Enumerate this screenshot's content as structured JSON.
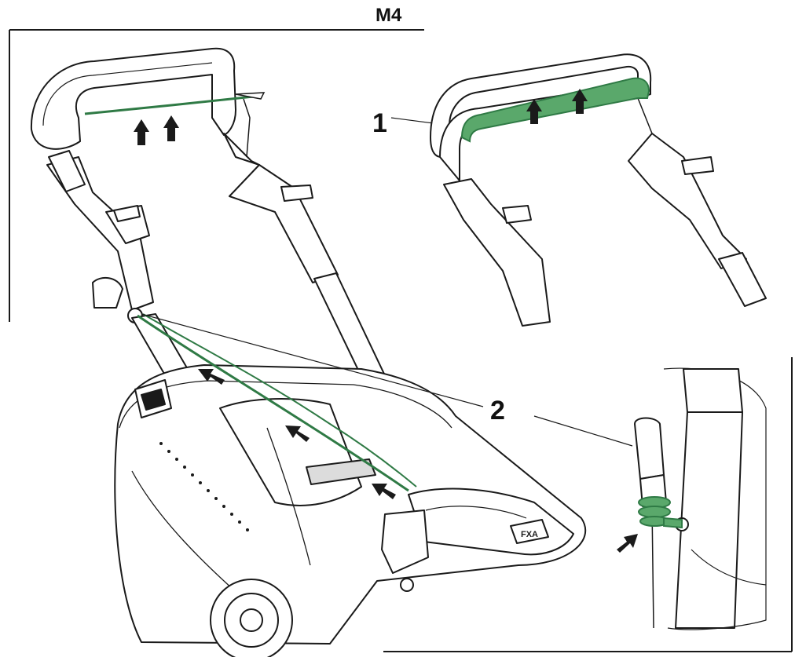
{
  "figure": {
    "title": "M4",
    "callouts": [
      {
        "id": "1",
        "text": "1"
      },
      {
        "id": "2",
        "text": "2"
      }
    ],
    "colors": {
      "line": "#1a1a1a",
      "highlight": "#5aa86b",
      "highlight_dark": "#2f7a45",
      "background": "#ffffff"
    },
    "badges": {
      "brand": "FXA"
    }
  }
}
